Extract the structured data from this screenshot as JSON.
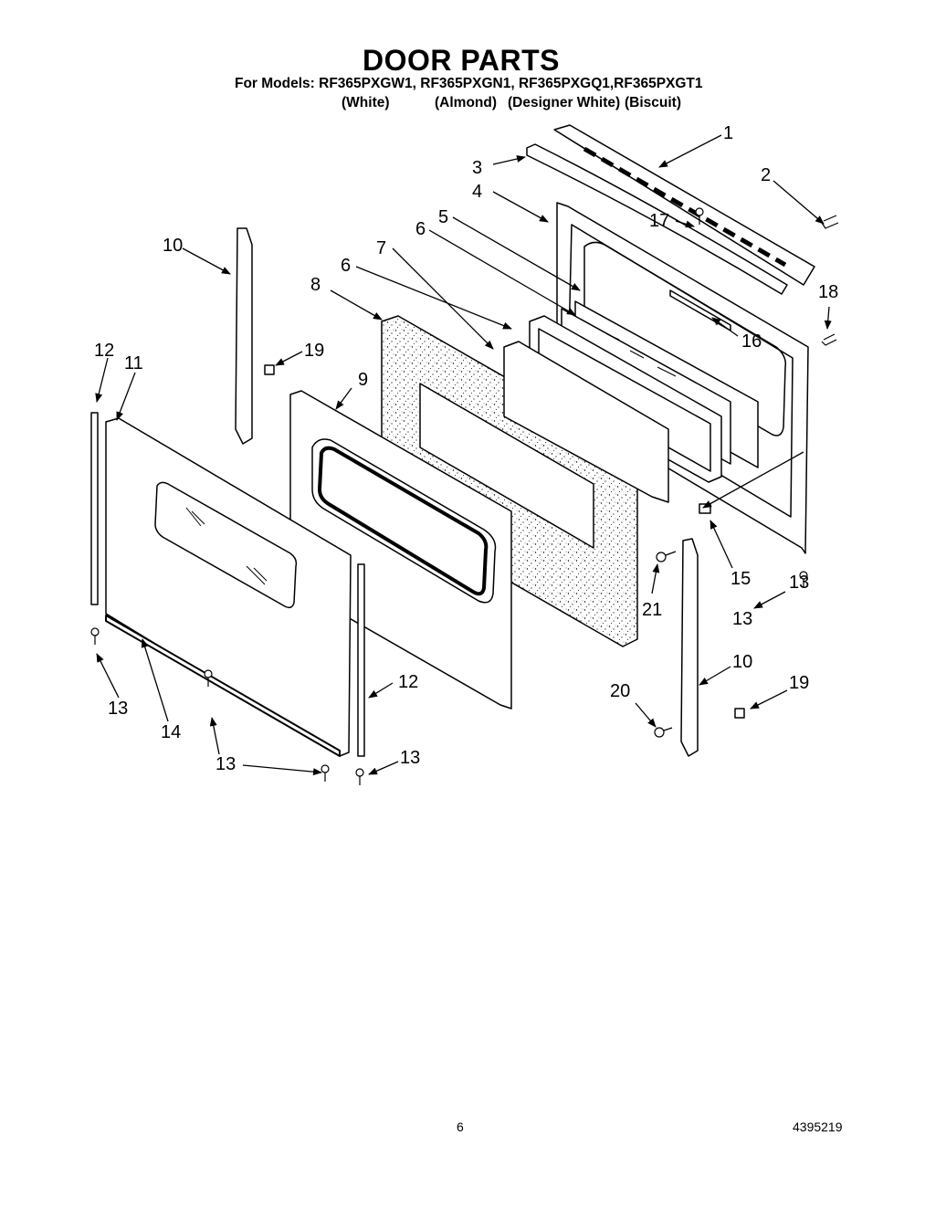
{
  "header": {
    "title": "DOOR PARTS",
    "models": "For Models: RF365PXGW1, RF365PXGN1, RF365PXGQ1,RF365PXGT1",
    "colors": [
      "(White)",
      "(Almond)",
      "(Designer White)",
      "(Biscuit)"
    ]
  },
  "callouts": [
    "1",
    "2",
    "3",
    "4",
    "5",
    "6",
    "6",
    "7",
    "8",
    "9",
    "10",
    "10",
    "11",
    "12",
    "12",
    "13",
    "13",
    "13",
    "13",
    "13",
    "14",
    "15",
    "16",
    "17",
    "18",
    "19",
    "19",
    "20",
    "21"
  ],
  "footer": {
    "page_number": "6",
    "document_number": "4395219"
  }
}
